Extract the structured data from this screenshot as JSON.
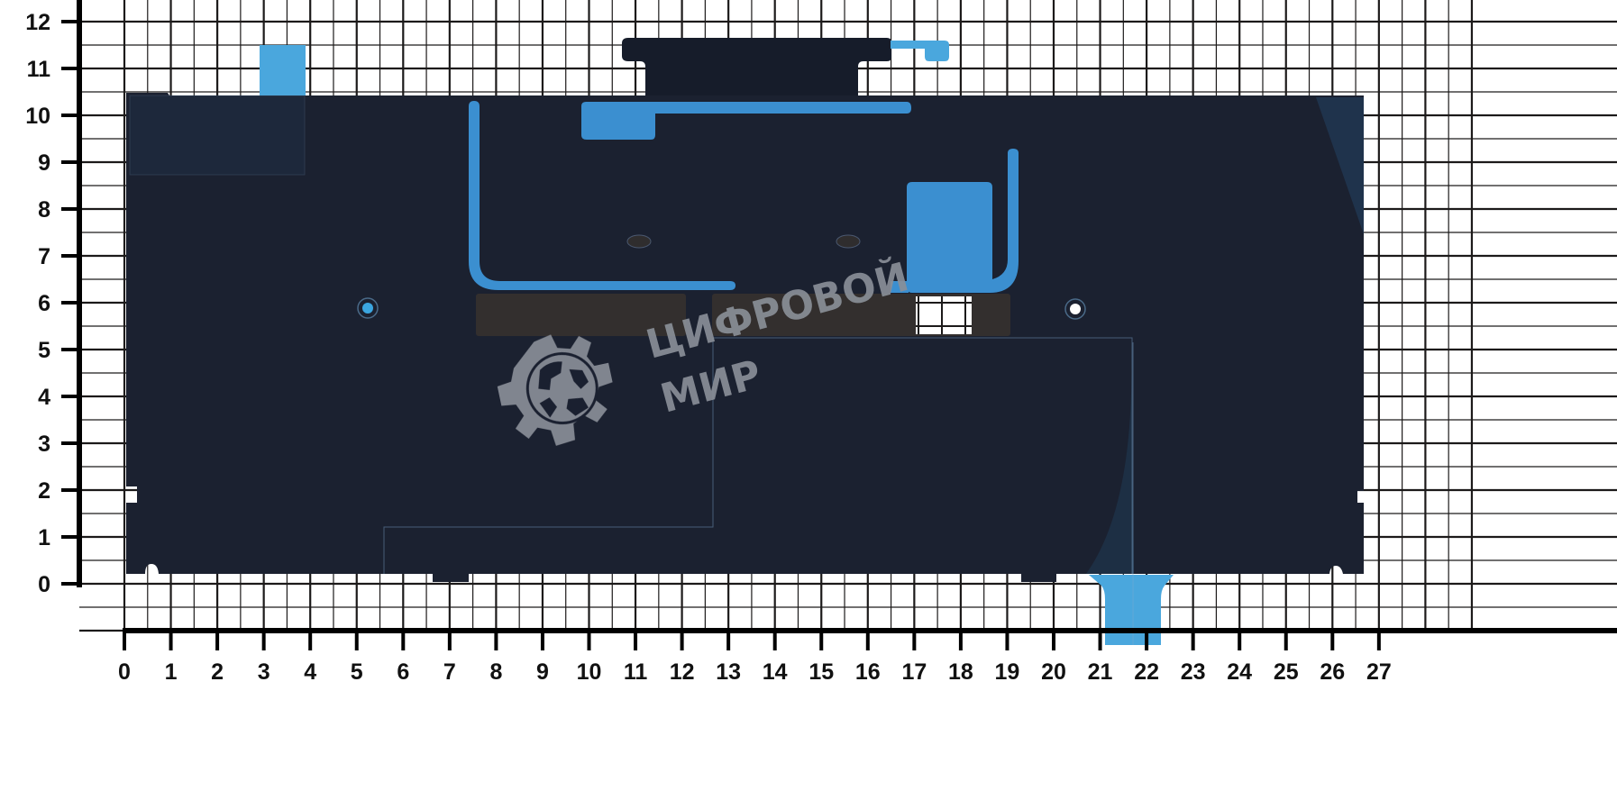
{
  "scene": {
    "subject": "Dark insulating adhesive sheet photographed on a measurement grid",
    "background_color": "#ffffff",
    "grid_color": "#1c1a1a",
    "sheet_color": "#1b2130",
    "sheet_edge_color": "#1f3a55",
    "blue_tape_color": "#3b8fd0",
    "light_blue_tape_color": "#4aa7dd",
    "brown_strip_color": "#332f2e"
  },
  "axes": {
    "x": {
      "unit": "cm",
      "ticks": [
        "0",
        "1",
        "2",
        "3",
        "4",
        "5",
        "6",
        "7",
        "8",
        "9",
        "10",
        "11",
        "12",
        "13",
        "14",
        "15",
        "16",
        "17",
        "18",
        "19",
        "20",
        "21",
        "22",
        "23",
        "24",
        "25",
        "26",
        "27"
      ],
      "range": [
        0,
        27
      ]
    },
    "y": {
      "unit": "cm",
      "ticks": [
        "0",
        "1",
        "2",
        "3",
        "4",
        "5",
        "6",
        "7",
        "8",
        "9",
        "10",
        "11",
        "12"
      ],
      "range": [
        0,
        12
      ]
    }
  },
  "watermark": {
    "line1": "ЦИФРОВОЙ",
    "line2": "МИР",
    "logo": "gear-globe-logo"
  },
  "part": {
    "approx_width_cm": 26.5,
    "approx_height_cm": 10.3,
    "features": [
      "top connector flap",
      "blue adhesive strips",
      "two mounting holes",
      "bottom blue pull tab",
      "square cut-out window"
    ]
  }
}
